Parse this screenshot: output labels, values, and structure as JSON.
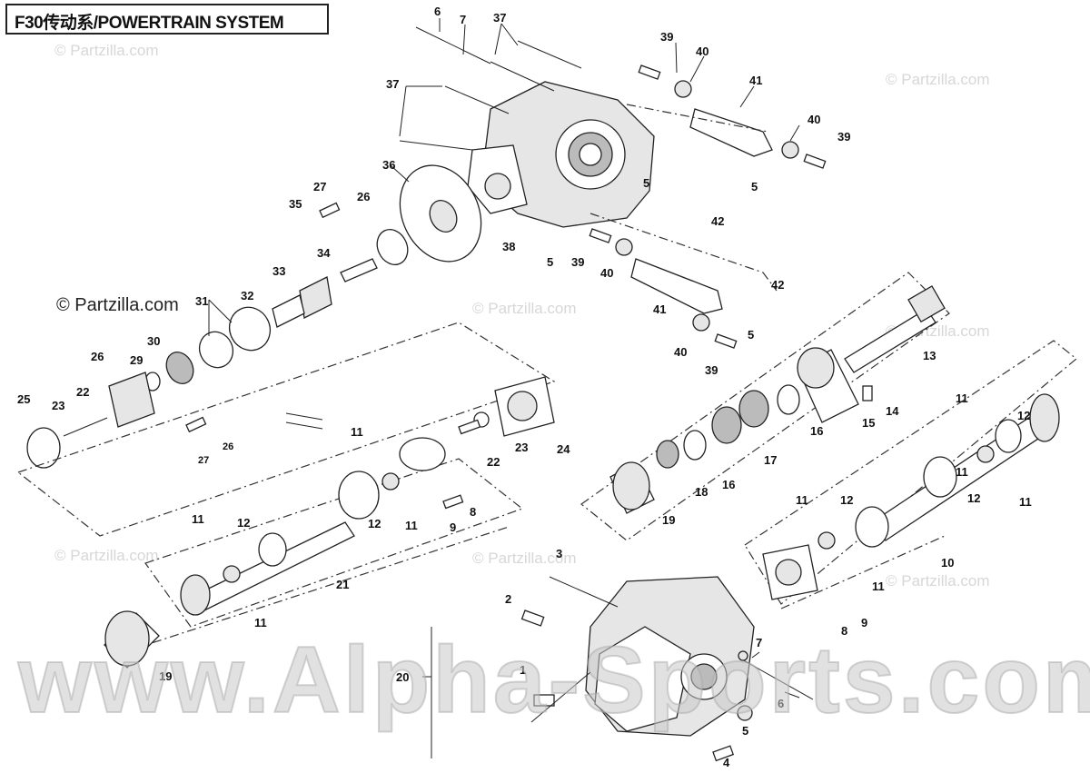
{
  "header": {
    "title": "F30传动系/POWERTRAIN SYSTEM"
  },
  "watermarks": {
    "partzilla": "© Partzilla.com",
    "partzilla_dark": "© Partzilla.com",
    "alpha": "www.Alpha-Sports.com"
  },
  "callouts": {
    "c1": "1",
    "c2": "2",
    "c3": "3",
    "c4": "4",
    "c5a": "5",
    "c5b": "5",
    "c5c": "5",
    "c5d": "5",
    "c5e": "5",
    "c6a": "6",
    "c6b": "6",
    "c7a": "7",
    "c7b": "7",
    "c8a": "8",
    "c8b": "8",
    "c9a": "9",
    "c9b": "9",
    "c10": "10",
    "c11a": "11",
    "c11b": "11",
    "c11c": "11",
    "c11d": "11",
    "c11e": "11",
    "c11f": "11",
    "c11g": "11",
    "c11h": "11",
    "c12a": "12",
    "c12b": "12",
    "c12c": "12",
    "c12d": "12",
    "c12e": "12",
    "c13": "13",
    "c14": "14",
    "c15": "15",
    "c16a": "16",
    "c16b": "16",
    "c17": "17",
    "c18": "18",
    "c19a": "19",
    "c19b": "19",
    "c20": "20",
    "c21": "21",
    "c22a": "22",
    "c22b": "22",
    "c23a": "23",
    "c23b": "23",
    "c24": "24",
    "c25": "25",
    "c26a": "26",
    "c26b": "26",
    "c26c": "26",
    "c27a": "27",
    "c27b": "27",
    "c29": "29",
    "c30": "30",
    "c31": "31",
    "c32": "32",
    "c33": "33",
    "c34": "34",
    "c35": "35",
    "c36": "36",
    "c37a": "37",
    "c37b": "37",
    "c38": "38",
    "c39a": "39",
    "c39b": "39",
    "c39c": "39",
    "c39d": "39",
    "c40a": "40",
    "c40b": "40",
    "c40c": "40",
    "c40d": "40",
    "c41a": "41",
    "c41b": "41",
    "c42a": "42",
    "c42b": "42"
  }
}
